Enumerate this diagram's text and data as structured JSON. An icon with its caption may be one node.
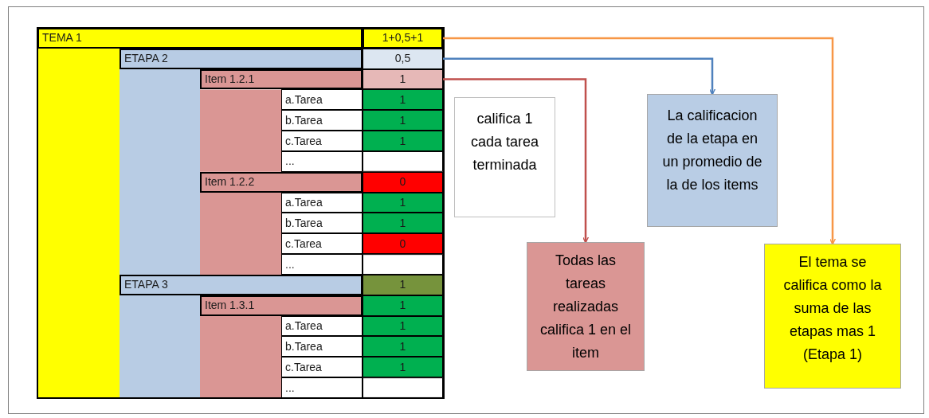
{
  "diagram": {
    "nodes": [
      {
        "text": [
          "TEMA 1"
        ]
      },
      {
        "text": [
          "1+0,5+1"
        ]
      },
      {
        "text": [
          "ETAPA 2"
        ]
      },
      {
        "text": [
          "0,5"
        ]
      },
      {
        "text": [
          "Item 1.2.1"
        ]
      },
      {
        "text": [
          "1"
        ]
      },
      {
        "text": [
          "a.Tarea"
        ]
      },
      {
        "text": [
          "1"
        ]
      },
      {
        "text": [
          "b.Tarea"
        ]
      },
      {
        "text": [
          "1"
        ]
      },
      {
        "text": [
          "c.Tarea"
        ]
      },
      {
        "text": [
          "1"
        ]
      },
      {
        "text": [
          "..."
        ]
      },
      {
        "text": [
          "Item 1.2.2"
        ]
      },
      {
        "text": [
          "0"
        ]
      },
      {
        "text": [
          "a.Tarea"
        ]
      },
      {
        "text": [
          "1"
        ]
      },
      {
        "text": [
          "b.Tarea"
        ]
      },
      {
        "text": [
          "1"
        ]
      },
      {
        "text": [
          "c.Tarea"
        ]
      },
      {
        "text": [
          "0"
        ]
      },
      {
        "text": [
          "..."
        ]
      },
      {
        "text": [
          "ETAPA 3"
        ]
      },
      {
        "text": [
          "1"
        ]
      },
      {
        "text": [
          "Item 1.3.1"
        ]
      },
      {
        "text": [
          "1"
        ]
      },
      {
        "text": [
          "a.Tarea"
        ]
      },
      {
        "text": [
          "1"
        ]
      },
      {
        "text": [
          "b.Tarea"
        ]
      },
      {
        "text": [
          "1"
        ]
      },
      {
        "text": [
          "c.Tarea"
        ]
      },
      {
        "text": [
          "1"
        ]
      },
      {
        "text": [
          "..."
        ]
      },
      {
        "text": [
          "califica 1 cada tarea terminada"
        ]
      },
      {
        "text": [
          "La calificacion de la etapa en un promedio de la de los items"
        ]
      },
      {
        "text": [
          "Todas las tareas realizadas califica 1 en el item"
        ]
      },
      {
        "text": [
          "El tema se califica como la suma de las etapas mas 1 (Etapa 1)"
        ]
      }
    ],
    "edges": [
      {
        "from": 1,
        "to": 36,
        "arrow": "to",
        "color": "#f79646"
      },
      {
        "from": 3,
        "to": 34,
        "arrow": "to",
        "color": "#4f81bd"
      },
      {
        "from": 5,
        "to": 35,
        "arrow": "to",
        "color": "#c0504d"
      }
    ]
  }
}
